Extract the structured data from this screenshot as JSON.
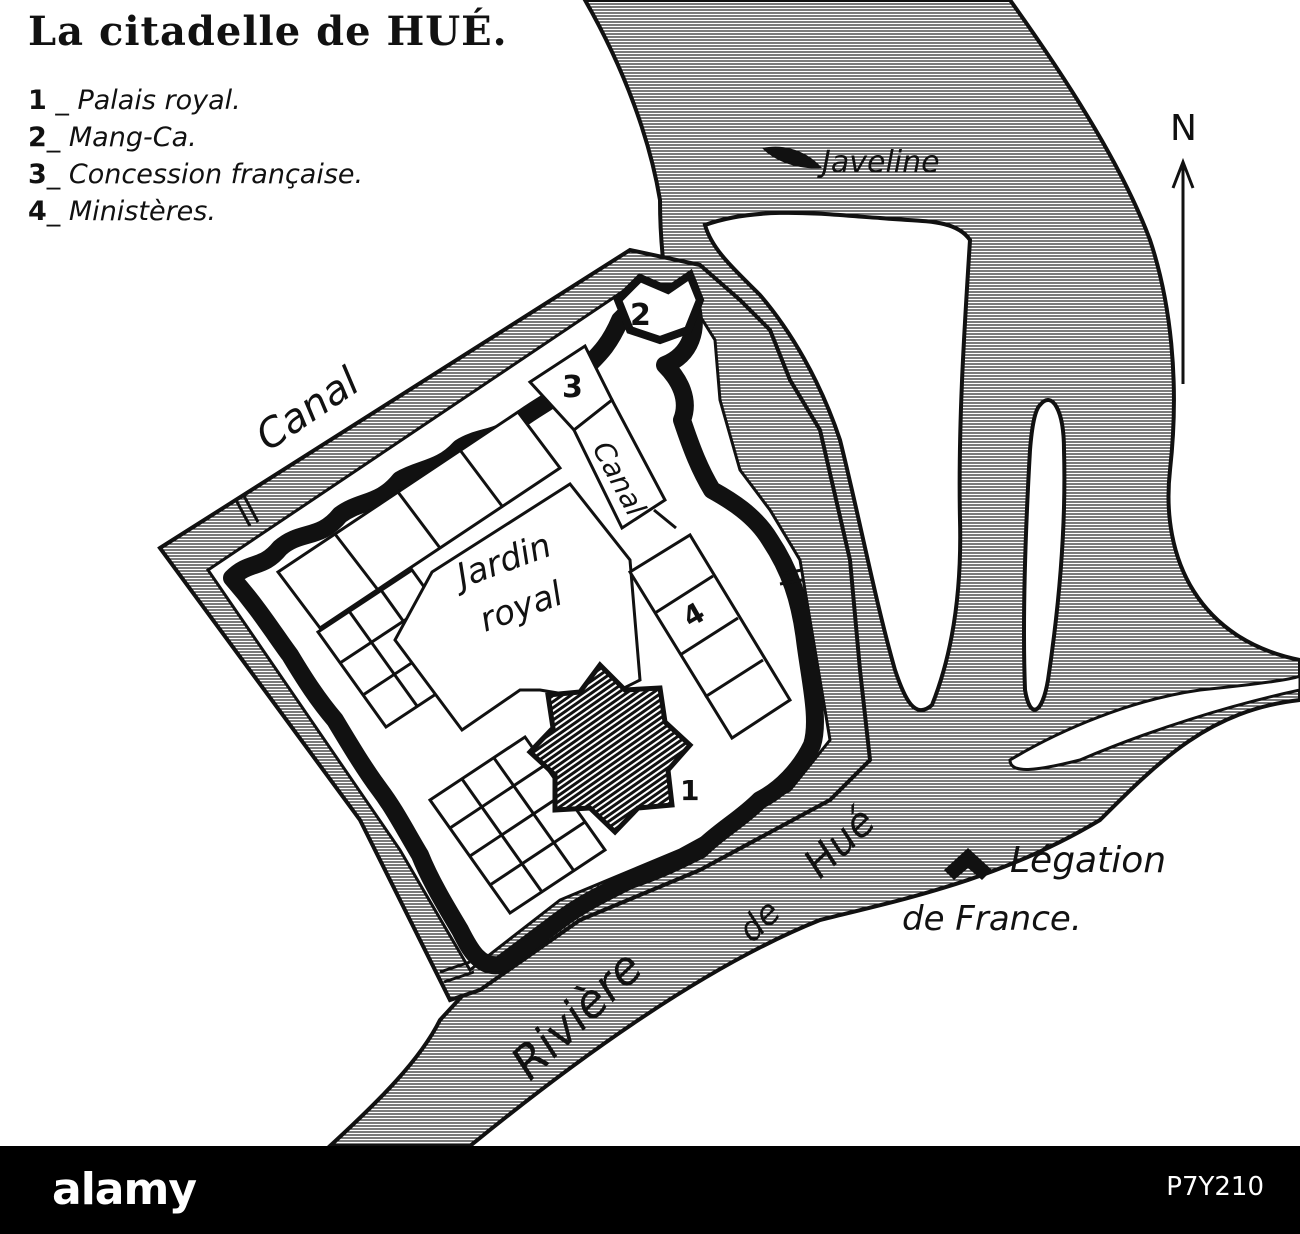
{
  "title": "La citadelle de HUÉ.",
  "legend": [
    {
      "num": "1",
      "label": "Palais royal."
    },
    {
      "num": "2",
      "label": "Mang-Ca."
    },
    {
      "num": "3",
      "label": "Concession française."
    },
    {
      "num": "4",
      "label": "Ministères."
    }
  ],
  "labels": {
    "north": "N",
    "javeline": "Javeline",
    "canal_outer": "Canal",
    "canal_inner": "Canal",
    "jardin_line1": "Jardin",
    "jardin_line2": "royal",
    "river_word1": "Rivière",
    "river_word2": "de",
    "river_word3": "Hué",
    "legation_line1": "Légation",
    "legation_line2": "de France."
  },
  "markers": {
    "palais": "1",
    "mangca": "2",
    "concession": "3",
    "ministeres": "4"
  },
  "footer": {
    "brand": "alamy",
    "stock_id": "P7Y210"
  },
  "colors": {
    "ink": "#111111",
    "paper": "#ffffff",
    "footer_bg": "#000000"
  }
}
